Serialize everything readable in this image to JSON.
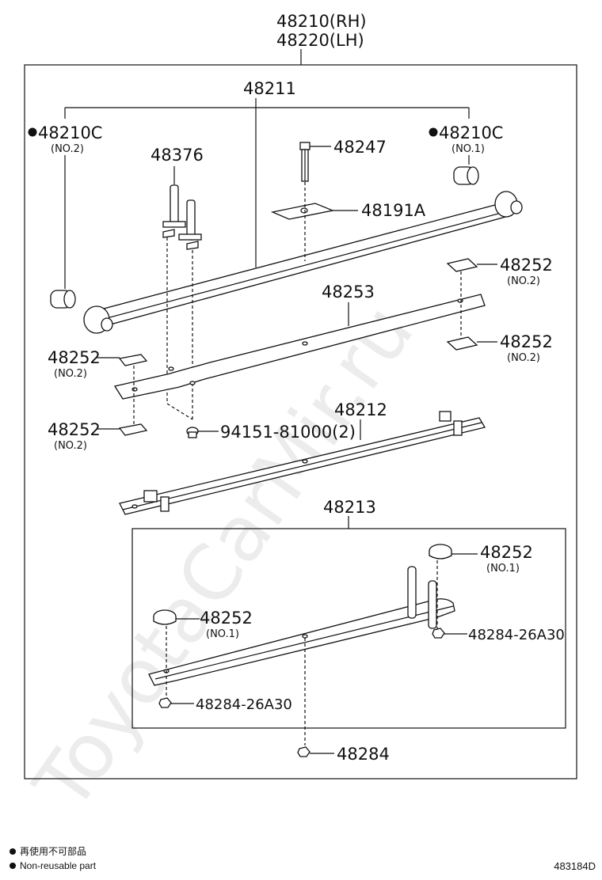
{
  "watermark": "ToyotaCarMir.ru",
  "assembly": {
    "rh": "48210(RH)",
    "lh": "48220(LH)"
  },
  "labels": {
    "leaf_no1": "48211",
    "bushing_left": "48210C",
    "bushing_left_note": "(NO.2)",
    "bushing_right": "48210C",
    "bushing_right_note": "(NO.1)",
    "clip": "48376",
    "bolt": "48247",
    "plate": "48191A",
    "pad_tr1": "48252",
    "pad_tr1_note": "(NO.2)",
    "leaf_no2": "48253",
    "pad_tr2": "48252",
    "pad_tr2_note": "(NO.2)",
    "pad_l1": "48252",
    "pad_l1_note": "(NO.2)",
    "pad_l2": "48252",
    "pad_l2_note": "(NO.2)",
    "nut_small": "94151-81000(2)",
    "leaf_no3": "48212",
    "leaf_no4": "48213",
    "pad_b1": "48252",
    "pad_b1_note": "(NO.1)",
    "pad_b2": "48252",
    "pad_b2_note": "(NO.1)",
    "nut_r": "48284-26A30",
    "nut_l": "48284-26A30",
    "nut_bottom": "48284"
  },
  "legend": {
    "line1": "再使用不可部品",
    "line2": "Non-reusable part"
  },
  "figure_code": "483184D"
}
